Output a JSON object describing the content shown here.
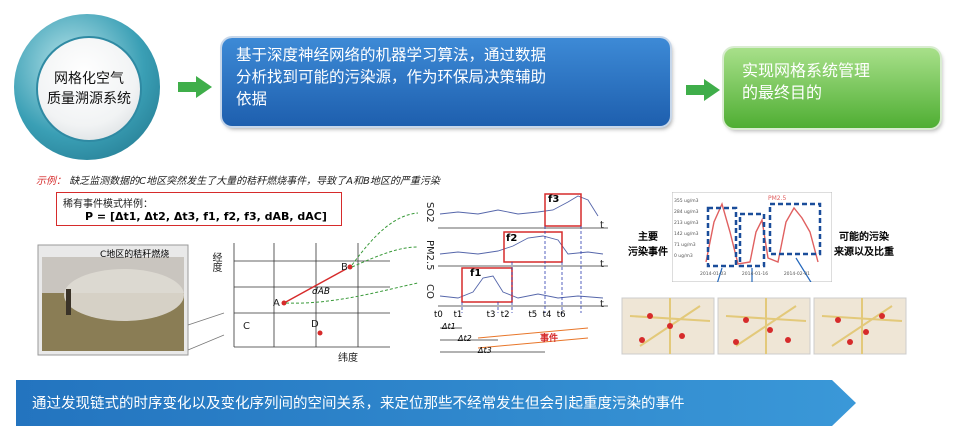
{
  "top": {
    "circle_line1": "网格化空气",
    "circle_line2": "质量溯源系统",
    "blue_line1": "基于深度神经网络的机器学习算法，通过数据",
    "blue_line2": "分析找到可能的污染源，作为环保局决策辅助",
    "blue_line3": "依据",
    "green_line1": "实现网格系统管理",
    "green_line2": "的最终目的"
  },
  "example": {
    "prefix": "示例：",
    "text": "缺乏监测数据的C地区突然发生了大量的秸秆燃烧事件，导致了A和B地区的严重污染",
    "pattern_title": "稀有事件模式样例：",
    "pattern_formula": "P = [Δt1, Δt2, Δt3, f1, f2, f3, dAB, dAC]"
  },
  "photo": {
    "caption": "C地区的秸秆燃烧"
  },
  "grid": {
    "ylabel": "经度",
    "xlabel": "纬度",
    "points": [
      "A",
      "B",
      "C",
      "D"
    ],
    "distance_label": "dAB"
  },
  "timeseries": {
    "rows": [
      "SO2",
      "PM2.5",
      "CO"
    ],
    "features": [
      "f1",
      "f2",
      "f3"
    ],
    "axis_label": "t",
    "ticks": [
      "t0",
      "t1",
      "t3",
      "t2",
      "t5",
      "t4",
      "t6"
    ],
    "deltas": [
      "Δt1",
      "Δt2",
      "Δt3"
    ],
    "event_label": "事件"
  },
  "right": {
    "main_event_l1": "主要",
    "main_event_l2": "污染事件",
    "possible_l1": "可能的污染",
    "possible_l2": "来源以及比重",
    "legend": "PM2.5",
    "y_ticks": [
      "355 ug/m3",
      "284 ug/m3",
      "213 ug/m3",
      "142 ug/m3",
      "71 ug/m3",
      "0 ug/m3"
    ],
    "x_ticks": [
      "2014-01-03",
      "2014-01-16",
      "2014-02-01"
    ]
  },
  "banner": {
    "text": "通过发现链式的时序变化以及变化序列间的空间关系，来定位那些不经常发生但会引起重度污染的事件"
  },
  "colors": {
    "arrow": "#3fae4a",
    "blue": "#1e5fae",
    "green": "#4fae33",
    "banner": "#2e86c9",
    "red": "#d62b2b"
  }
}
